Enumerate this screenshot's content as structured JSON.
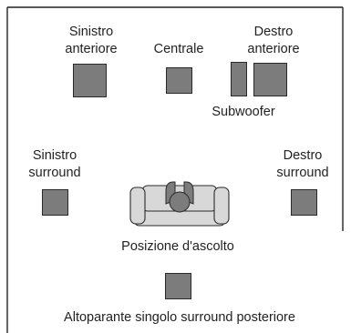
{
  "speakers": {
    "front_left": {
      "line1": "Sinistro",
      "line2": "anteriore"
    },
    "center": {
      "label": "Centrale"
    },
    "front_right": {
      "line1": "Destro",
      "line2": "anteriore"
    },
    "subwoofer": {
      "label": "Subwoofer"
    },
    "surround_left": {
      "line1": "Sinistro",
      "line2": "surround"
    },
    "surround_right": {
      "line1": "Destro",
      "line2": "surround"
    },
    "surround_back": {
      "label": "Altoparante singolo surround posteriore"
    }
  },
  "listening_position": {
    "label": "Posizione d'ascolto"
  },
  "colors": {
    "speaker_fill": "#7c7c7c",
    "sofa_fill": "#d8d8d8",
    "outline": "#2a2a2a"
  }
}
